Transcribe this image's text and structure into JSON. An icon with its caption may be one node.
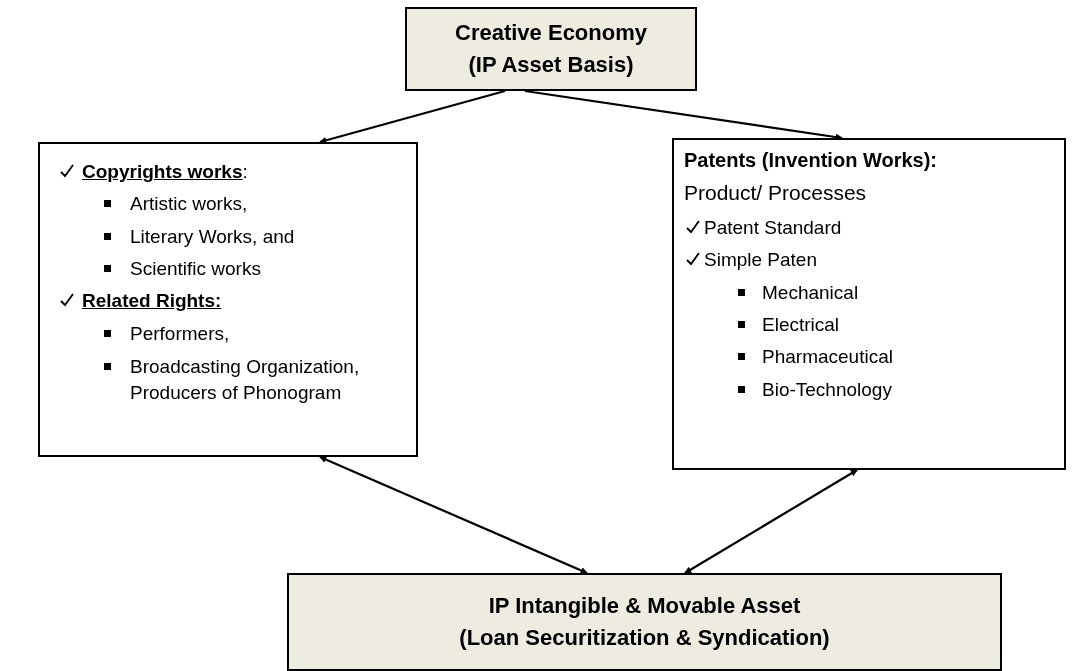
{
  "diagram": {
    "nodes": [
      {
        "text": [
          "Creative Economy (IP Asset Basis)"
        ]
      },
      {
        "text": [
          "**Copyrights works**:",
          "Artistic works,",
          "Literary Works, and",
          "Scientific works",
          "**Related Rights:**",
          "Performers,",
          "Broadcasting Organization, Producers of Phonogram"
        ]
      },
      {
        "text": [
          "Patents (Invention Works):",
          "Product/ Processes",
          "Patent Standard",
          "Simple Paten",
          "Mechanical",
          "Electrical",
          "Pharmaceutical",
          "Bio-Technology"
        ]
      },
      {
        "text": [
          "IP Intangible & Movable Asset (Loan Securitization & Syndication)"
        ]
      }
    ],
    "edges": [
      {
        "from": 0,
        "to": 1,
        "arrow": "to"
      },
      {
        "from": 0,
        "to": 2,
        "arrow": "to"
      },
      {
        "from": 1,
        "to": 3,
        "arrow": "both"
      },
      {
        "from": 2,
        "to": 3,
        "arrow": "both"
      }
    ]
  }
}
